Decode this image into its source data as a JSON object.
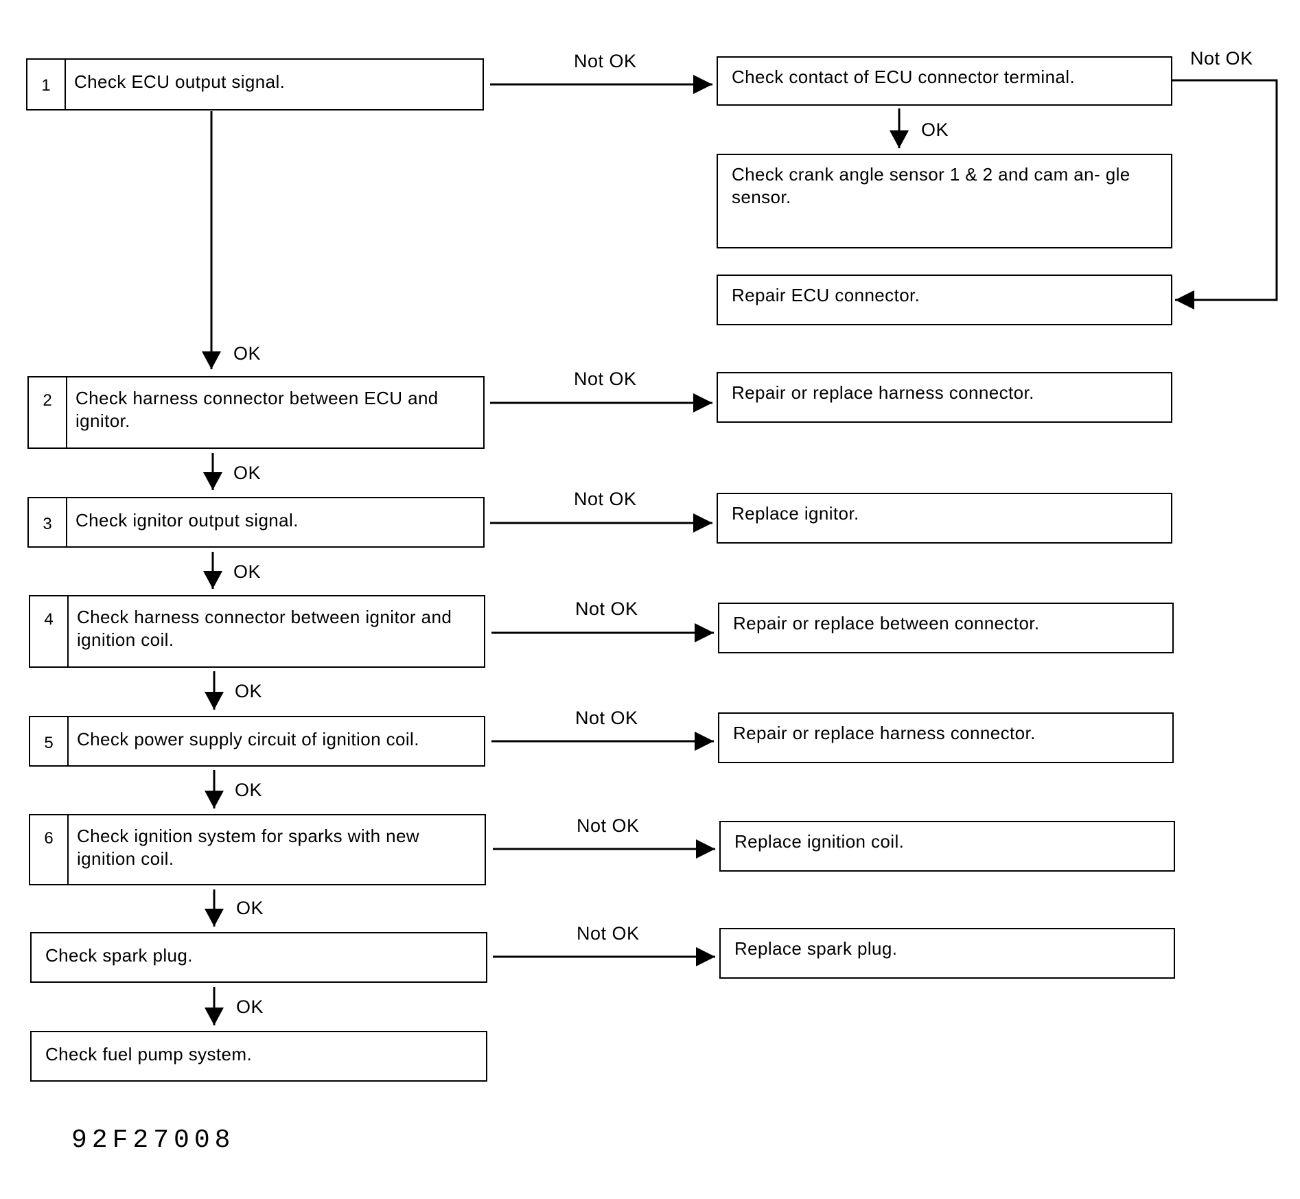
{
  "steps": [
    {
      "num": "1",
      "text": "Check ECU output signal.",
      "fail_label": "Not OK"
    },
    {
      "num": "2",
      "text": "Check harness connector between ECU and ignitor.",
      "fail_label": "Not OK"
    },
    {
      "num": "3",
      "text": "Check ignitor output signal.",
      "fail_label": "Not OK"
    },
    {
      "num": "4",
      "text": "Check harness connector between ignitor and ignition coil.",
      "fail_label": "Not OK"
    },
    {
      "num": "5",
      "text": "Check power supply circuit of ignition coil.",
      "fail_label": "Not OK"
    },
    {
      "num": "6",
      "text": "Check ignition system for sparks with new ignition coil.",
      "fail_label": "Not OK"
    },
    {
      "num": "",
      "text": "Check spark plug.",
      "fail_label": "Not OK"
    },
    {
      "num": "",
      "text": "Check fuel pump system."
    }
  ],
  "ok_labels": [
    "OK",
    "OK",
    "OK",
    "OK",
    "OK",
    "OK",
    "OK"
  ],
  "results": [
    "Check contact of ECU connector terminal.",
    "Repair or replace harness connector.",
    "Replace ignitor.",
    "Repair or replace between connector.",
    "Repair or replace harness connector.",
    "Replace ignition coil.",
    "Replace spark plug."
  ],
  "ecu_branch": {
    "ok_label": "OK",
    "crank_text": "Check crank angle sensor 1 & 2 and cam an- gle sensor.",
    "notok_label": "Not OK",
    "repair_text": "Repair ECU connector."
  },
  "figure_code": "92F27008"
}
